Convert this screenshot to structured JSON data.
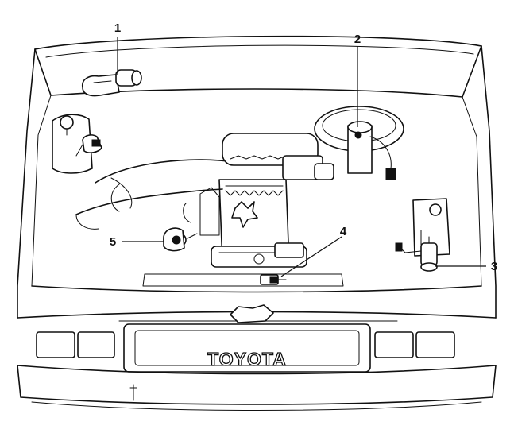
{
  "diagram": {
    "brand_text": "TOYOTA",
    "callouts": [
      {
        "id": 1,
        "label": "1"
      },
      {
        "id": 2,
        "label": "2"
      },
      {
        "id": 3,
        "label": "3"
      },
      {
        "id": 4,
        "label": "4"
      },
      {
        "id": 5,
        "label": "5"
      }
    ]
  }
}
